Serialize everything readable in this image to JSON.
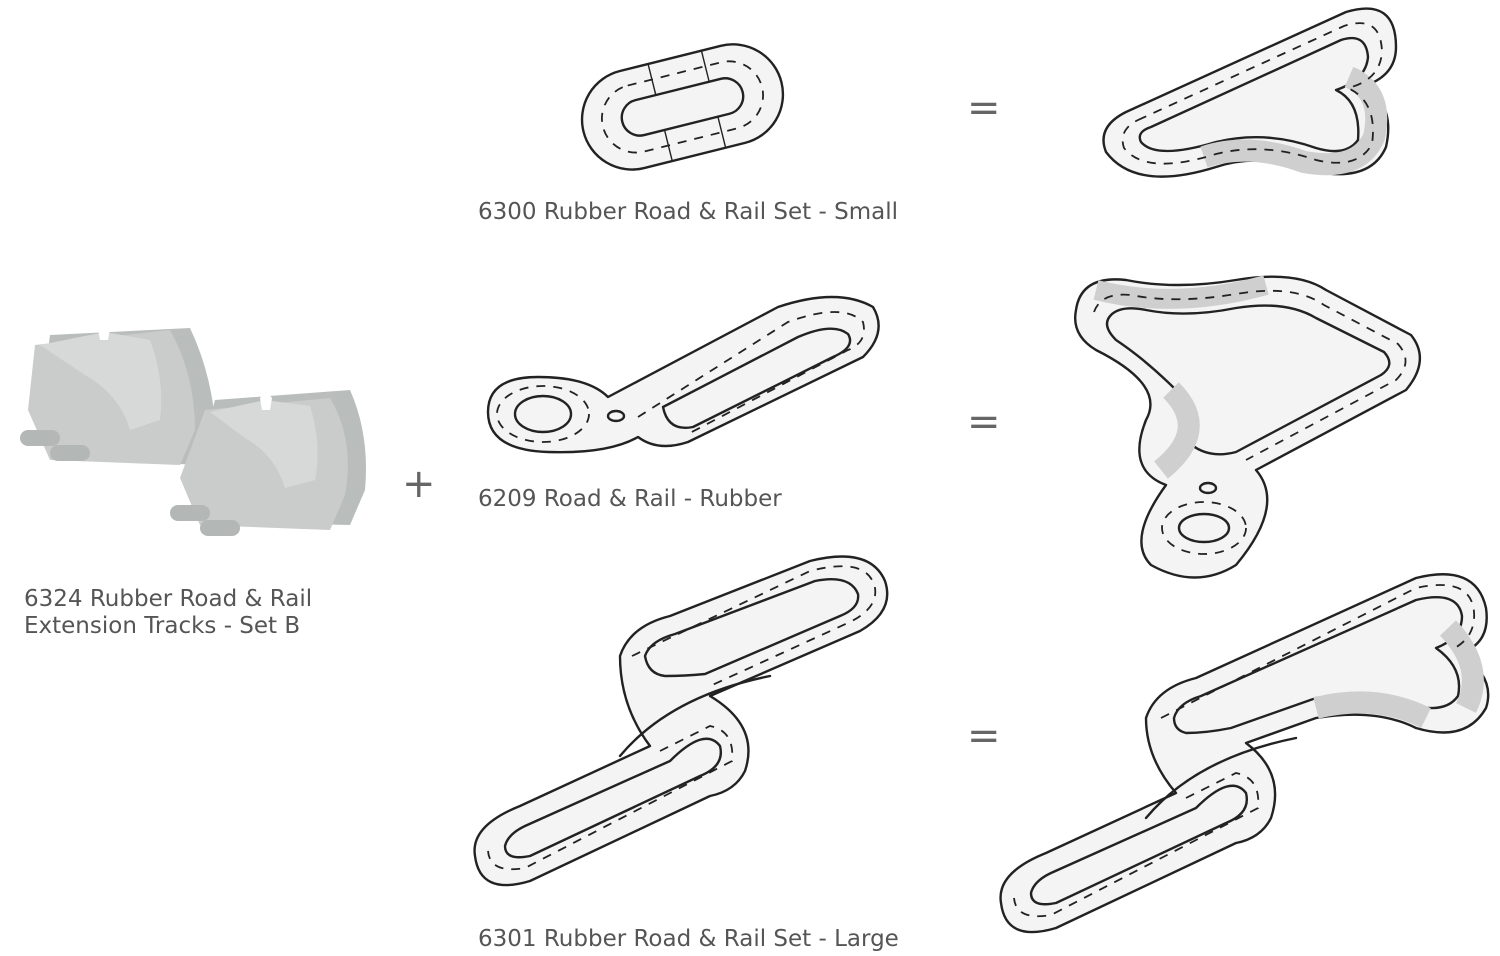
{
  "products": {
    "small_set": {
      "label": "6300 Rubber Road & Rail Set - Small"
    },
    "road_rail": {
      "label": "6209 Road & Rail - Rubber"
    },
    "extension": {
      "label_line1": "6324 Rubber Road & Rail",
      "label_line2": "Extension Tracks - Set B"
    },
    "large_set": {
      "label": "6301 Rubber Road & Rail Set - Large"
    }
  },
  "operators": {
    "plus": "+",
    "equals": "="
  },
  "icons": [
    "curved-track-pieces-photo",
    "oval-track-layout",
    "figure-eight-track-layout",
    "combined-track-layout"
  ],
  "colors": {
    "track_edge": "#222222",
    "track_surface": "#f4f4f4",
    "extension_highlight": "#cfcfcf",
    "rubber_piece": "#c9ccca",
    "text": "#555555"
  }
}
